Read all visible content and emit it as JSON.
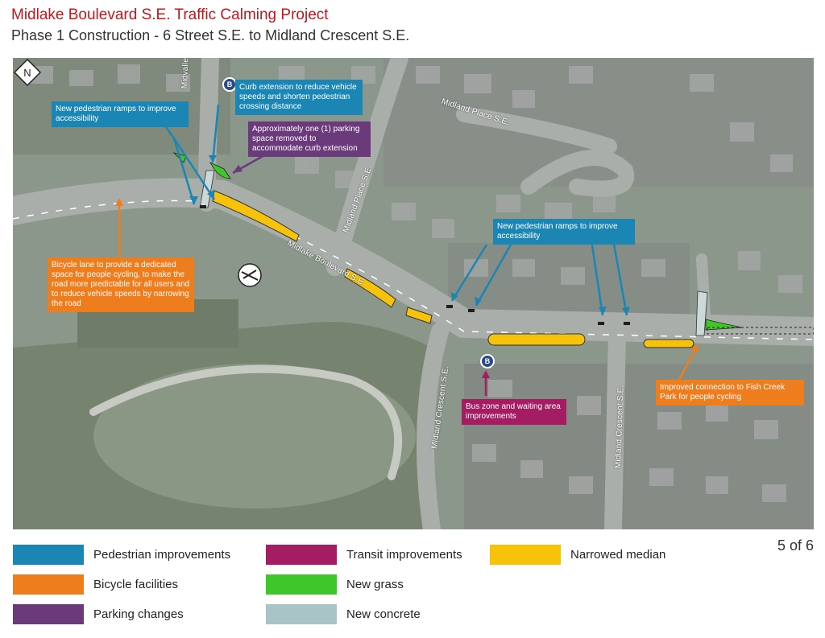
{
  "header": {
    "title": "Midlake Boulevard S.E. Traffic Calming Project",
    "subtitle": "Phase 1 Construction - 6 Street S.E. to Midland Crescent S.E."
  },
  "map": {
    "road_labels": {
      "midvalley_drive": "Midvalley Drive S.E.",
      "midland_place_1": "Midland Place S.E.",
      "midland_place_2": "Midland Place S.E.",
      "midlake_blvd": "Midlake Boulevard S.E.",
      "midland_crescent_1": "Midland Crescent S.E.",
      "midland_crescent_2": "Midland Crescent S.E."
    },
    "callouts": {
      "ped_ramps_left": "New pedestrian ramps to improve accessibility",
      "curb_extension": "Curb extension to reduce vehicle speeds and shorten pedestrian crossing distance",
      "parking_removed": "Approximately one (1) parking space removed to accommodate curb extension",
      "bike_lane": "Bicycle lane to provide a dedicated space for people cycling, to make the road more predictable for all users and to reduce vehicle speeds by narrowing the road",
      "ped_ramps_right": "New pedestrian ramps to improve accessibility",
      "bus_zone": "Bus zone and waiting area improvements",
      "fish_creek": "Improved connection to Fish Creek Park for people cycling"
    },
    "north_label": "N",
    "bus_symbol": "B"
  },
  "legend": {
    "items": [
      {
        "label": "Pedestrian improvements",
        "color": "#1b86b4"
      },
      {
        "label": "Bicycle facilities",
        "color": "#ee7d1e"
      },
      {
        "label": "Parking changes",
        "color": "#6a3a7b"
      },
      {
        "label": "Transit improvements",
        "color": "#a41d62"
      },
      {
        "label": "New grass",
        "color": "#3fc62a"
      },
      {
        "label": "New concrete",
        "color": "#a8c4c6"
      },
      {
        "label": "Narrowed median",
        "color": "#f6c20a"
      }
    ]
  },
  "page_number": "5 of 6"
}
